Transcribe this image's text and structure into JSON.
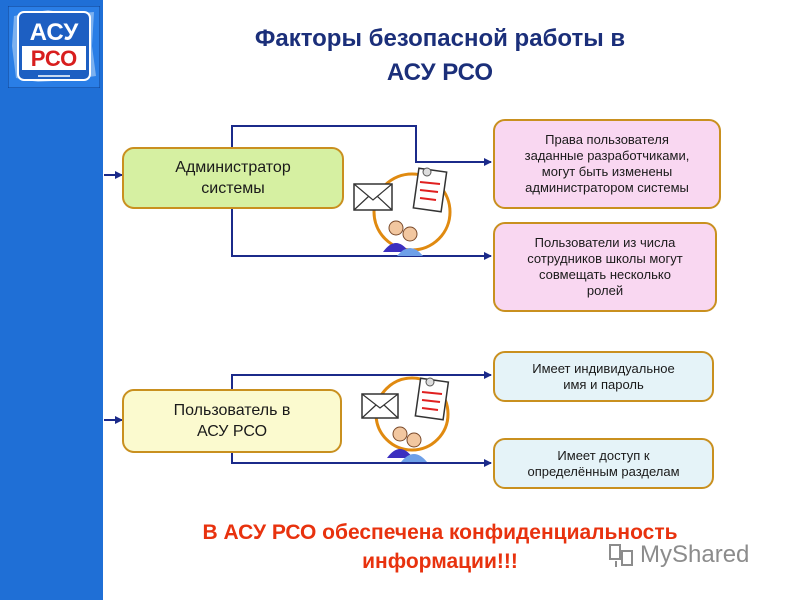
{
  "logo": {
    "line1": "АСУ",
    "line2": "РСО"
  },
  "title": {
    "line1": "Факторы безопасной работы в",
    "line2": "АСУ РСО"
  },
  "section1": {
    "left_box": {
      "line1": "Администратор",
      "line2": "системы"
    },
    "right_boxes": [
      {
        "lines": [
          "Права пользователя",
          "заданные разработчиками,",
          "могут быть изменены",
          "администратором системы"
        ]
      },
      {
        "lines": [
          "Пользователи из числа",
          "сотрудников школы могут",
          "совмещать несколько",
          "ролей"
        ]
      }
    ]
  },
  "section2": {
    "left_box": {
      "line1": "Пользователь в",
      "line2": "АСУ РСО"
    },
    "right_boxes": [
      {
        "lines": [
          "Имеет индивидуальное",
          "имя и пароль"
        ]
      },
      {
        "lines": [
          "Имеет доступ к",
          "определённым разделам"
        ]
      }
    ]
  },
  "footer": {
    "line1": "В АСУ РСО обеспечена конфиденциальность",
    "line2": "информации!!!"
  },
  "watermark": {
    "text": "MyShared"
  },
  "colors": {
    "sidebar": "#1f6fd6",
    "title": "#1b2f7a",
    "box_border": "#c9901f",
    "admin_fill": "#d6f0a2",
    "user_fill": "#fbfacf",
    "rights_fill": "#f9d7f1",
    "info_fill": "#e5f3f8",
    "connector": "#1b2a8a",
    "footer_text": "#e8320e"
  },
  "icons": [
    "envelope-icon",
    "document-icon",
    "users-icon",
    "share-icon"
  ]
}
